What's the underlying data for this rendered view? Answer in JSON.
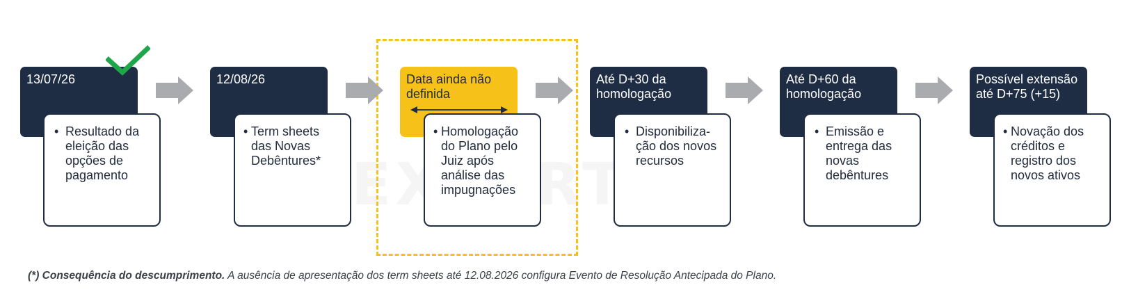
{
  "steps": [
    {
      "date": "13/07/26",
      "bullet": "Resultado da eleição das opções de pagamento"
    },
    {
      "date": "12/08/26",
      "bullet": "Term sheets das Novas Debêntures*"
    },
    {
      "date": "Data ainda não definida",
      "bullet": "Homologação do Plano pelo Juiz após análise das impugnações"
    },
    {
      "date": "Até D+30 da homologação",
      "bullet": "Disponibiliza-ção dos novos recursos"
    },
    {
      "date": "Até D+60 da homologação",
      "bullet": "Emissão e entrega das novas debêntures"
    },
    {
      "date": "Possível extensão até D+75 (+15)",
      "bullet": "Novação dos créditos e registro dos novos ativos"
    }
  ],
  "watermark": "EXPERT",
  "footnote": {
    "bold": "(*) Consequência do descumprimento.",
    "text": " A ausência de apresentação dos term sheets até 12.08.2026 configura Evento de Resolução Antecipada do Plano."
  },
  "colors": {
    "navy": "#1f2d44",
    "yellow": "#f6c21a",
    "arrow_gray": "#a9abae",
    "check_green": "#1fa64a"
  },
  "icons": {
    "completed": "check-icon",
    "connector": "arrow-right-icon",
    "duration": "double-arrow-icon"
  }
}
